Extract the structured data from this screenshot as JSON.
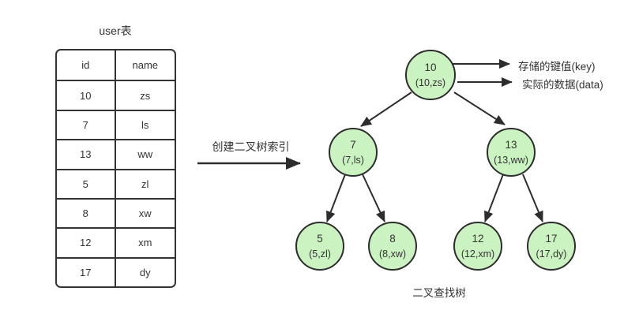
{
  "table": {
    "title": "user表",
    "headers": [
      "id",
      "name"
    ],
    "rows": [
      [
        "10",
        "zs"
      ],
      [
        "7",
        "ls"
      ],
      [
        "13",
        "ww"
      ],
      [
        "5",
        "zl"
      ],
      [
        "8",
        "xw"
      ],
      [
        "12",
        "xm"
      ],
      [
        "17",
        "dy"
      ]
    ]
  },
  "transform_arrow": {
    "label": "创建二叉树索引"
  },
  "tree": {
    "caption": "二叉查找树",
    "nodes": [
      {
        "key": "10",
        "data": "(10,zs)"
      },
      {
        "key": "7",
        "data": "(7,ls)"
      },
      {
        "key": "13",
        "data": "(13,ww)"
      },
      {
        "key": "5",
        "data": "(5,zl)"
      },
      {
        "key": "8",
        "data": "(8,xw)"
      },
      {
        "key": "12",
        "data": "(12,xm)"
      },
      {
        "key": "17",
        "data": "(17,dy)"
      }
    ],
    "annotations": [
      {
        "label": "存储的键值(key)"
      },
      {
        "label": "实际的数据(data)"
      }
    ]
  },
  "colors": {
    "node_fill": "#cbf2c1",
    "node_border": "#2d2d2d",
    "line": "#2d2d2d",
    "text": "#333333",
    "background": "#ffffff"
  }
}
